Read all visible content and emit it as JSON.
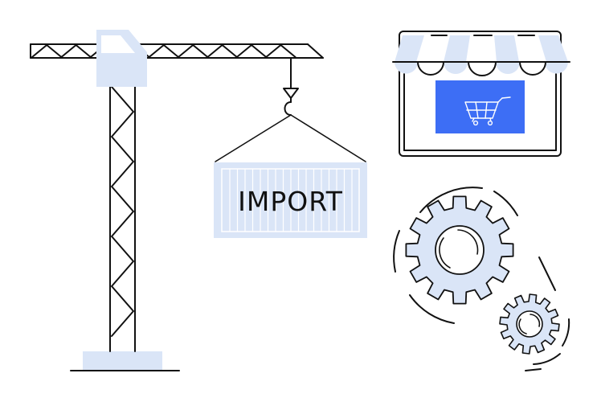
{
  "illustration": {
    "subject": "Import logistics and e-commerce concept",
    "container": {
      "label": "IMPORT"
    },
    "store": {
      "icon": "shopping-cart-icon"
    },
    "gears": {
      "count": 2
    }
  },
  "colors": {
    "line": "#111111",
    "fill_light": "#dae5f7",
    "accent": "#3d6ef5",
    "background": "#ffffff",
    "cart_stroke": "#ffffff"
  }
}
